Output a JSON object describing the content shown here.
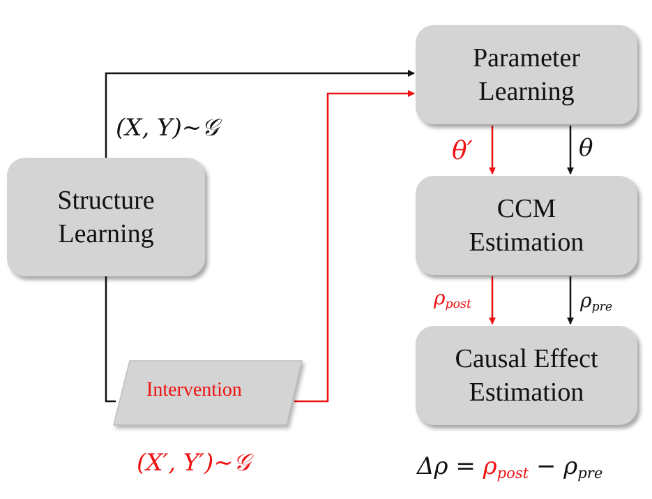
{
  "boxes": {
    "parameter_learning": {
      "line1": "Parameter",
      "line2": "Learning"
    },
    "structure_learning": {
      "line1": "Structure",
      "line2": "Learning"
    },
    "ccm_estimation": {
      "line1": "CCM",
      "line2": "Estimation"
    },
    "causal_effect_estimation": {
      "line1": "Causal Effect",
      "line2": "Estimation"
    },
    "intervention": {
      "label": "Intervention"
    }
  },
  "labels": {
    "observational": "(X, Y)~𝒢",
    "interventional": "(X′, Y′)~𝒢",
    "theta_prime": "θ′",
    "theta": "θ",
    "rho_post": {
      "symbol": "ρ",
      "sub": "post"
    },
    "rho_pre": {
      "symbol": "ρ",
      "sub": "pre"
    },
    "equation": {
      "lhs": "Δρ = ",
      "post_symbol": "ρ",
      "post_sub": "post",
      "minus": " − ",
      "pre_symbol": "ρ",
      "pre_sub": "pre"
    }
  },
  "colors": {
    "observational_path": "#111111",
    "interventional_path": "#ee1111",
    "box_fill": "#d4d4d4"
  }
}
